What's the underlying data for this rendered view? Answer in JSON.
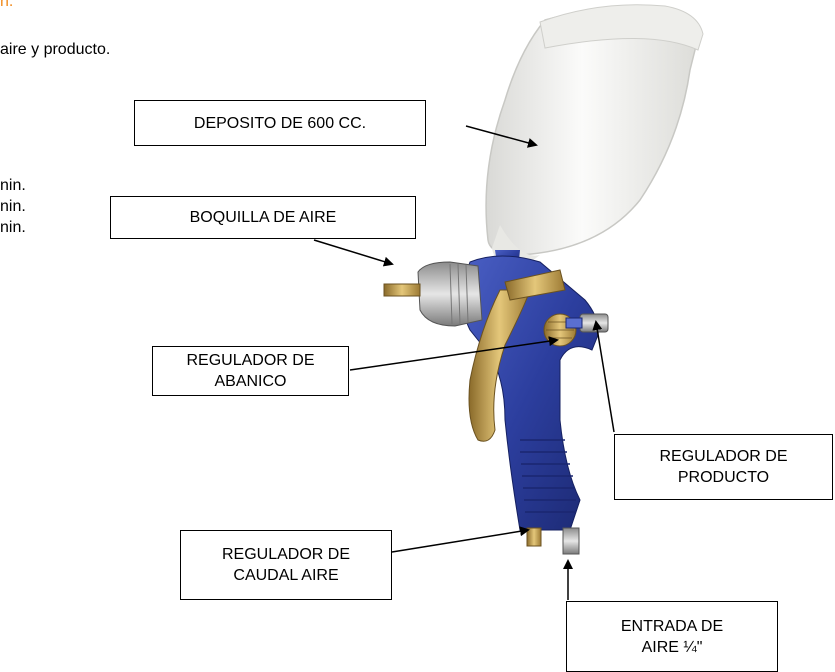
{
  "text_fragments": {
    "top": "n.",
    "intro": "aire y producto.",
    "line1": "nin.",
    "line2": "nin.",
    "line3": "nin."
  },
  "callouts": {
    "deposito": "DEPOSITO DE 600 CC.",
    "boquilla": "BOQUILLA DE AIRE",
    "abanico": "REGULADOR DE ABANICO",
    "producto": [
      "REGULADOR DE",
      "PRODUCTO"
    ],
    "caudal": [
      "REGULADOR DE",
      "CAUDAL AIRE"
    ],
    "entrada": [
      "ENTRADA DE",
      "AIRE ¼\""
    ]
  },
  "colors": {
    "cup": "#f2f2f0",
    "gun_body": "#2c3e9e",
    "brass": "#c9a24a",
    "chrome": "#b8b8b8"
  }
}
